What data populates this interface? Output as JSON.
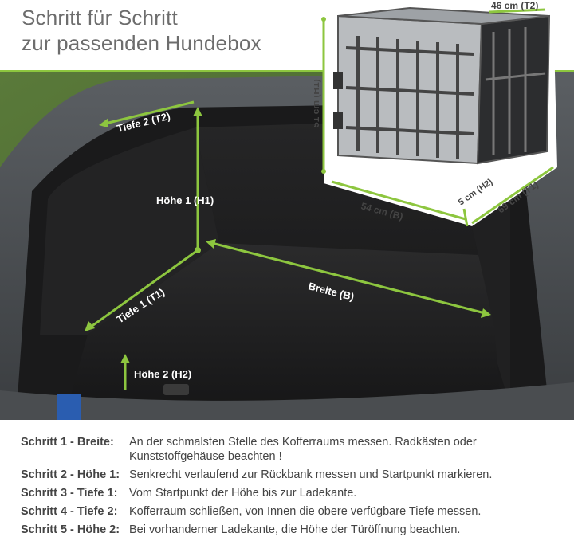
{
  "title": {
    "line1": "Schritt für Schritt",
    "line2": "zur passenden Hundebox"
  },
  "photo_labels": {
    "tiefe2": "Tiefe 2 (T2)",
    "hoehe1": "Höhe 1 (H1)",
    "breite": "Breite (B)",
    "tiefe1": "Tiefe 1 (T1)",
    "hoehe2": "Höhe 2 (H2)"
  },
  "crate_labels": {
    "t2": "46 cm (T2)",
    "h1": "51 cm (H1)",
    "b": "54 cm (B)",
    "h2": "5 cm (H2)",
    "t1": "69 cm (T1)"
  },
  "steps": [
    {
      "key": "Schritt 1 - Breite:",
      "text": "An der schmalsten Stelle des Kofferraums messen. Radkästen oder Kunststoffgehäuse beachten !"
    },
    {
      "key": "Schritt 2 - Höhe 1:",
      "text": "Senkrecht verlaufend zur Rückbank messen und Startpunkt markieren."
    },
    {
      "key": "Schritt 3 - Tiefe 1:",
      "text": "Vom Startpunkt der Höhe bis zur Ladekante."
    },
    {
      "key": "Schritt 4 - Tiefe 2:",
      "text": "Kofferraum schließen, von Innen die obere verfügbare Tiefe messen."
    },
    {
      "key": "Schritt 5 - Höhe 2:",
      "text": "Bei vorhanderner Ladekante, die Höhe der Türöffnung beachten."
    }
  ],
  "colors": {
    "accent_green": "#8dc63f",
    "title_gray": "#6d6d6d",
    "text_dark": "#444444"
  }
}
